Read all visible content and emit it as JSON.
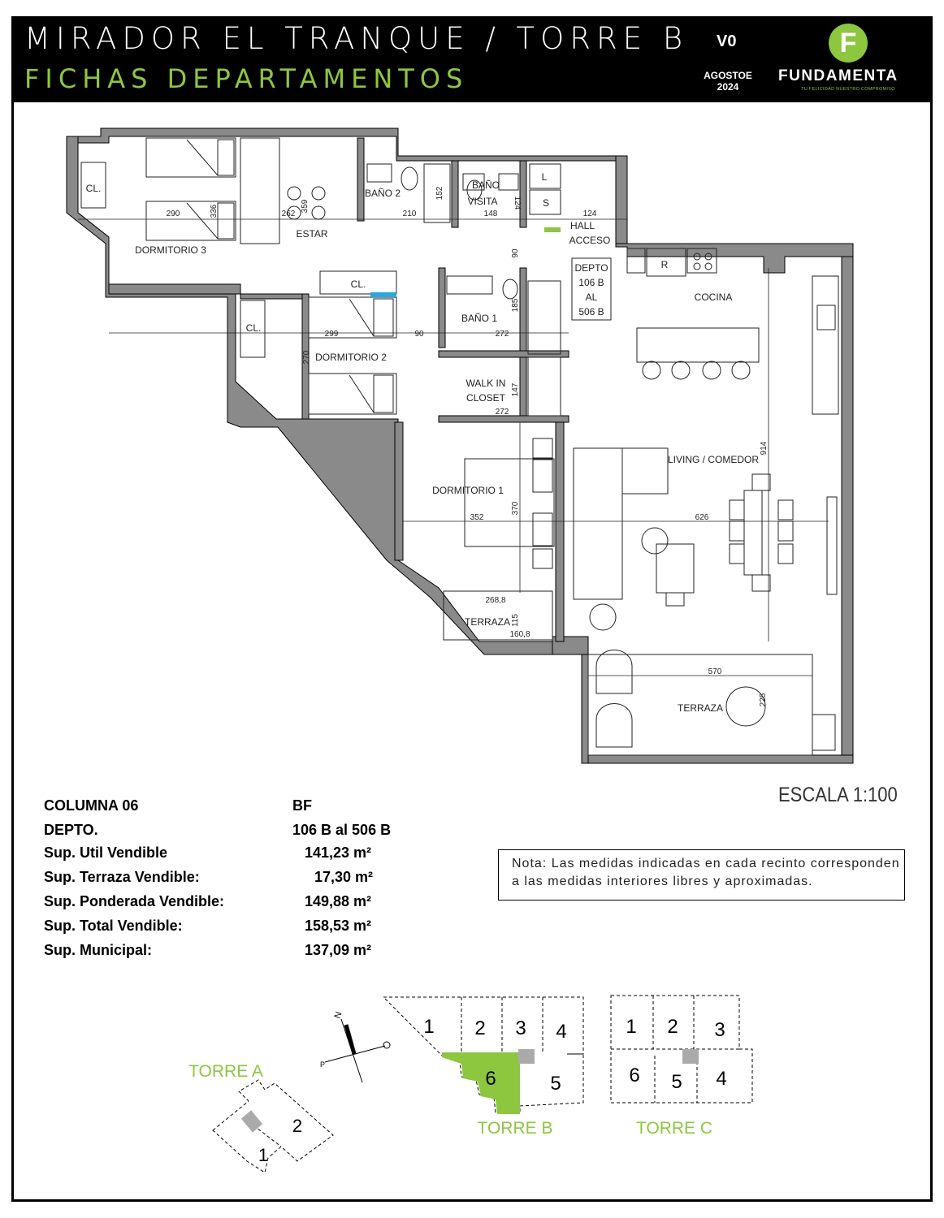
{
  "header": {
    "title": "MIRADOR EL TRANQUE  /  TORRE B",
    "subtitle": "FICHAS DEPARTAMENTOS",
    "version": "V0",
    "date_line1": "AGOSTOE",
    "date_line2": "2024",
    "logo_letter": "F",
    "logo_name": "FUNDAMENTA",
    "logo_tagline": "TU FELICIDAD NUESTRO COMPROMISO"
  },
  "plan": {
    "rooms": {
      "dormitorio3": "DORMITORIO 3",
      "estar": "ESTAR",
      "bano2": "BAÑO 2",
      "bano_visita_1": "BAÑO",
      "bano_visita_2": "VISITA",
      "hall_1": "HALL",
      "hall_2": "ACCESO",
      "cl1": "CL.",
      "cl2": "CL.",
      "cl3": "CL.",
      "dormitorio2": "DORMITORIO 2",
      "bano1": "BAÑO 1",
      "walkin_1": "WALK IN",
      "walkin_2": "CLOSET",
      "cocina": "COCINA",
      "living": "LIVING / COMEDOR",
      "dormitorio1": "DORMITORIO 1",
      "terraza_small": "TERRAZA",
      "terraza_big": "TERRAZA",
      "fridge": "R",
      "laundry_l": "L",
      "laundry_s": "S"
    },
    "depto_tag": [
      "DEPTO",
      "106 B",
      "AL",
      "506 B"
    ],
    "dims": {
      "d290": "290",
      "d336": "336",
      "d262": "262",
      "d359": "359",
      "d210": "210",
      "d152": "152",
      "d148": "148",
      "d124a": "124",
      "d124b": "124",
      "d90a": "90",
      "d299": "299",
      "d270": "270",
      "d90b": "90",
      "d272a": "272",
      "d185": "185",
      "d147": "147",
      "d272b": "272",
      "d914": "914",
      "d352": "352",
      "d370": "370",
      "d626": "626",
      "d2688": "268,8",
      "d115": "115",
      "d1608": "160,8",
      "d570": "570",
      "d225": "225"
    }
  },
  "scale": "ESCALA 1:100",
  "specs": [
    {
      "label": "COLUMNA 06",
      "value": "BF"
    },
    {
      "label": "DEPTO.",
      "value": "106 B al 506 B"
    },
    {
      "label": "Sup. Util Vendible",
      "value": "141,23  m²"
    },
    {
      "label": "Sup. Terraza Vendible:",
      "value": "17,30  m²"
    },
    {
      "label": "Sup. Ponderada Vendible:",
      "value": "149,88  m²"
    },
    {
      "label": "Sup. Total Vendible:",
      "value": "158,53  m²"
    },
    {
      "label": "Sup. Municipal:",
      "value": "137,09  m²"
    }
  ],
  "note": {
    "line1": "Nota: Las medidas indicadas en cada recinto corresponden",
    "line2": "a las medidas interiores libres y aproximadas."
  },
  "keyplan": {
    "compass_n": "N",
    "compass_p": "P",
    "torre_a": "TORRE A",
    "torre_b": "TORRE B",
    "torre_c": "TORRE C",
    "a_units": [
      "1",
      "2"
    ],
    "b_units": [
      "1",
      "2",
      "3",
      "4",
      "5",
      "6"
    ],
    "c_units": [
      "1",
      "2",
      "3",
      "4",
      "5",
      "6"
    ]
  },
  "colors": {
    "accent": "#8dc63f",
    "header_bg": "#000000",
    "wall": "#8a8a8a"
  }
}
